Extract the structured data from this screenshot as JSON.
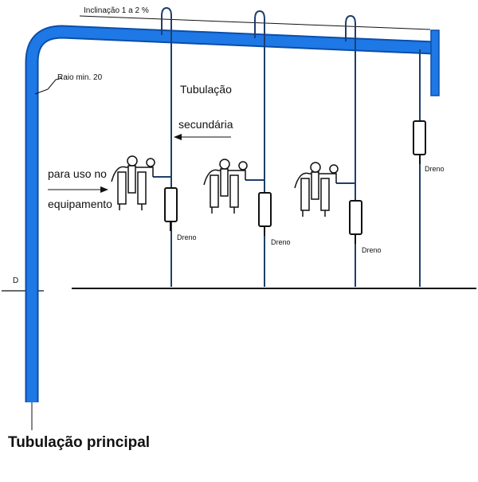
{
  "labels": {
    "inclination": "Inclinação 1 a 2 %",
    "radius": "Raio min. 20",
    "secondary": [
      "Tubulação",
      "secundária"
    ],
    "equipment": [
      "para uso no",
      "equipamento"
    ],
    "diameter": "D",
    "main_pipe": "Tubulação principal",
    "drain": "Dreno"
  },
  "colors": {
    "pipe": "#1e78e6",
    "pipe_edge": "#0a4ea8",
    "line": "#1f3e6b",
    "ink": "#111111"
  }
}
